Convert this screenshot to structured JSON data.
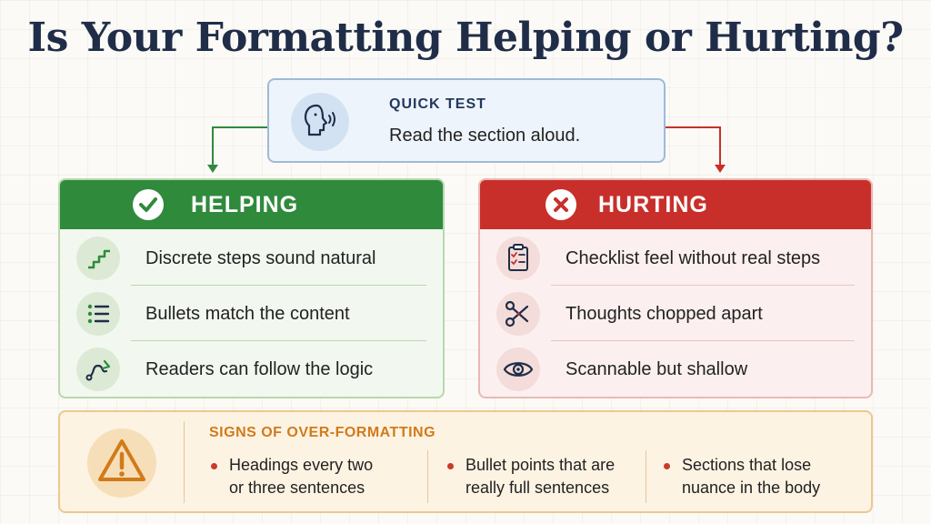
{
  "title": "Is Your Formatting Helping or Hurting?",
  "quick_test": {
    "label": "QUICK TEST",
    "text": "Read the section aloud."
  },
  "helping": {
    "title": "HELPING",
    "items": [
      {
        "icon": "stairs-icon",
        "text": "Discrete steps sound natural"
      },
      {
        "icon": "bullet-list-icon",
        "text": "Bullets match the content"
      },
      {
        "icon": "path-arrow-icon",
        "text": "Readers can follow the logic"
      }
    ]
  },
  "hurting": {
    "title": "HURTING",
    "items": [
      {
        "icon": "clipboard-checklist-icon",
        "text": "Checklist feel without real steps"
      },
      {
        "icon": "scissors-icon",
        "text": "Thoughts chopped apart"
      },
      {
        "icon": "eye-icon",
        "text": "Scannable but shallow"
      }
    ]
  },
  "signs": {
    "title": "SIGNS OF OVER-FORMATTING",
    "items": [
      {
        "line1": "Headings every two",
        "line2": "or three sentences"
      },
      {
        "line1": "Bullet points that are",
        "line2": "really full sentences"
      },
      {
        "line1": "Sections that lose",
        "line2": "nuance in the body"
      }
    ]
  },
  "colors": {
    "navy": "#1f2d48",
    "green": "#2f8a3c",
    "red": "#c82f2a",
    "orange": "#d27a1a"
  }
}
